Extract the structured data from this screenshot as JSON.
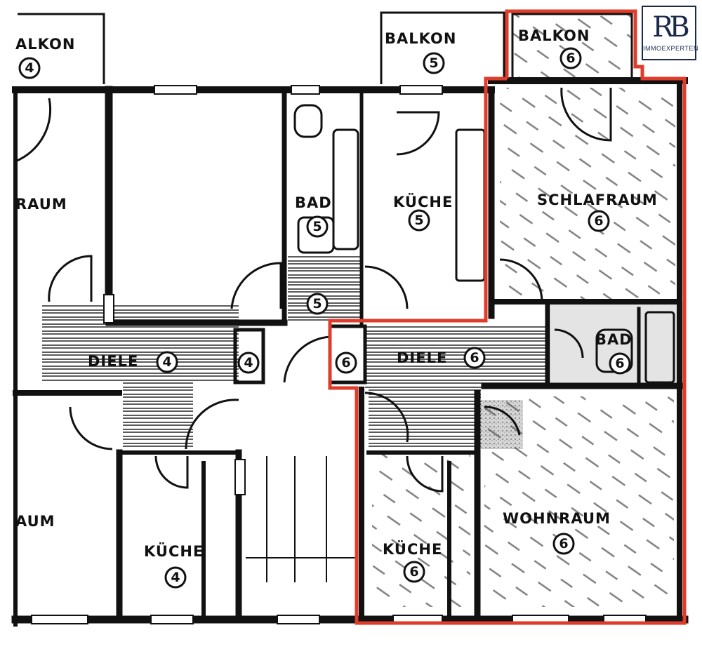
{
  "brand": {
    "mark": "RB",
    "name": "IMMOEXPERTEN",
    "color": "#1b2a4a"
  },
  "highlight_color": "#e03c2c",
  "rooms": [
    {
      "key": "balkon4",
      "label": "ALKON",
      "num": "4"
    },
    {
      "key": "raum4top",
      "label": "RAUM",
      "num": ""
    },
    {
      "key": "diele4",
      "label": "DIELE",
      "num": "4"
    },
    {
      "key": "wc4",
      "label": "",
      "num": "4"
    },
    {
      "key": "raum4bot",
      "label": "AUM",
      "num": ""
    },
    {
      "key": "kueche4",
      "label": "KÜCHE",
      "num": "4"
    },
    {
      "key": "balkon5",
      "label": "BALKON",
      "num": "5"
    },
    {
      "key": "bad5",
      "label": "BAD",
      "num": "5"
    },
    {
      "key": "kueche5",
      "label": "KÜCHE",
      "num": "5"
    },
    {
      "key": "wc5",
      "label": "",
      "num": "5"
    },
    {
      "key": "balkon6",
      "label": "BALKON",
      "num": "6"
    },
    {
      "key": "schlaf6",
      "label": "SCHLAFRAUM",
      "num": "6"
    },
    {
      "key": "bad6",
      "label": "BAD",
      "num": "6"
    },
    {
      "key": "diele6",
      "label": "DIELE",
      "num": "6"
    },
    {
      "key": "wc6",
      "label": "",
      "num": "6"
    },
    {
      "key": "kueche6",
      "label": "KÜCHE",
      "num": "6"
    },
    {
      "key": "wohn6",
      "label": "WOHNRAUM",
      "num": "6"
    }
  ]
}
